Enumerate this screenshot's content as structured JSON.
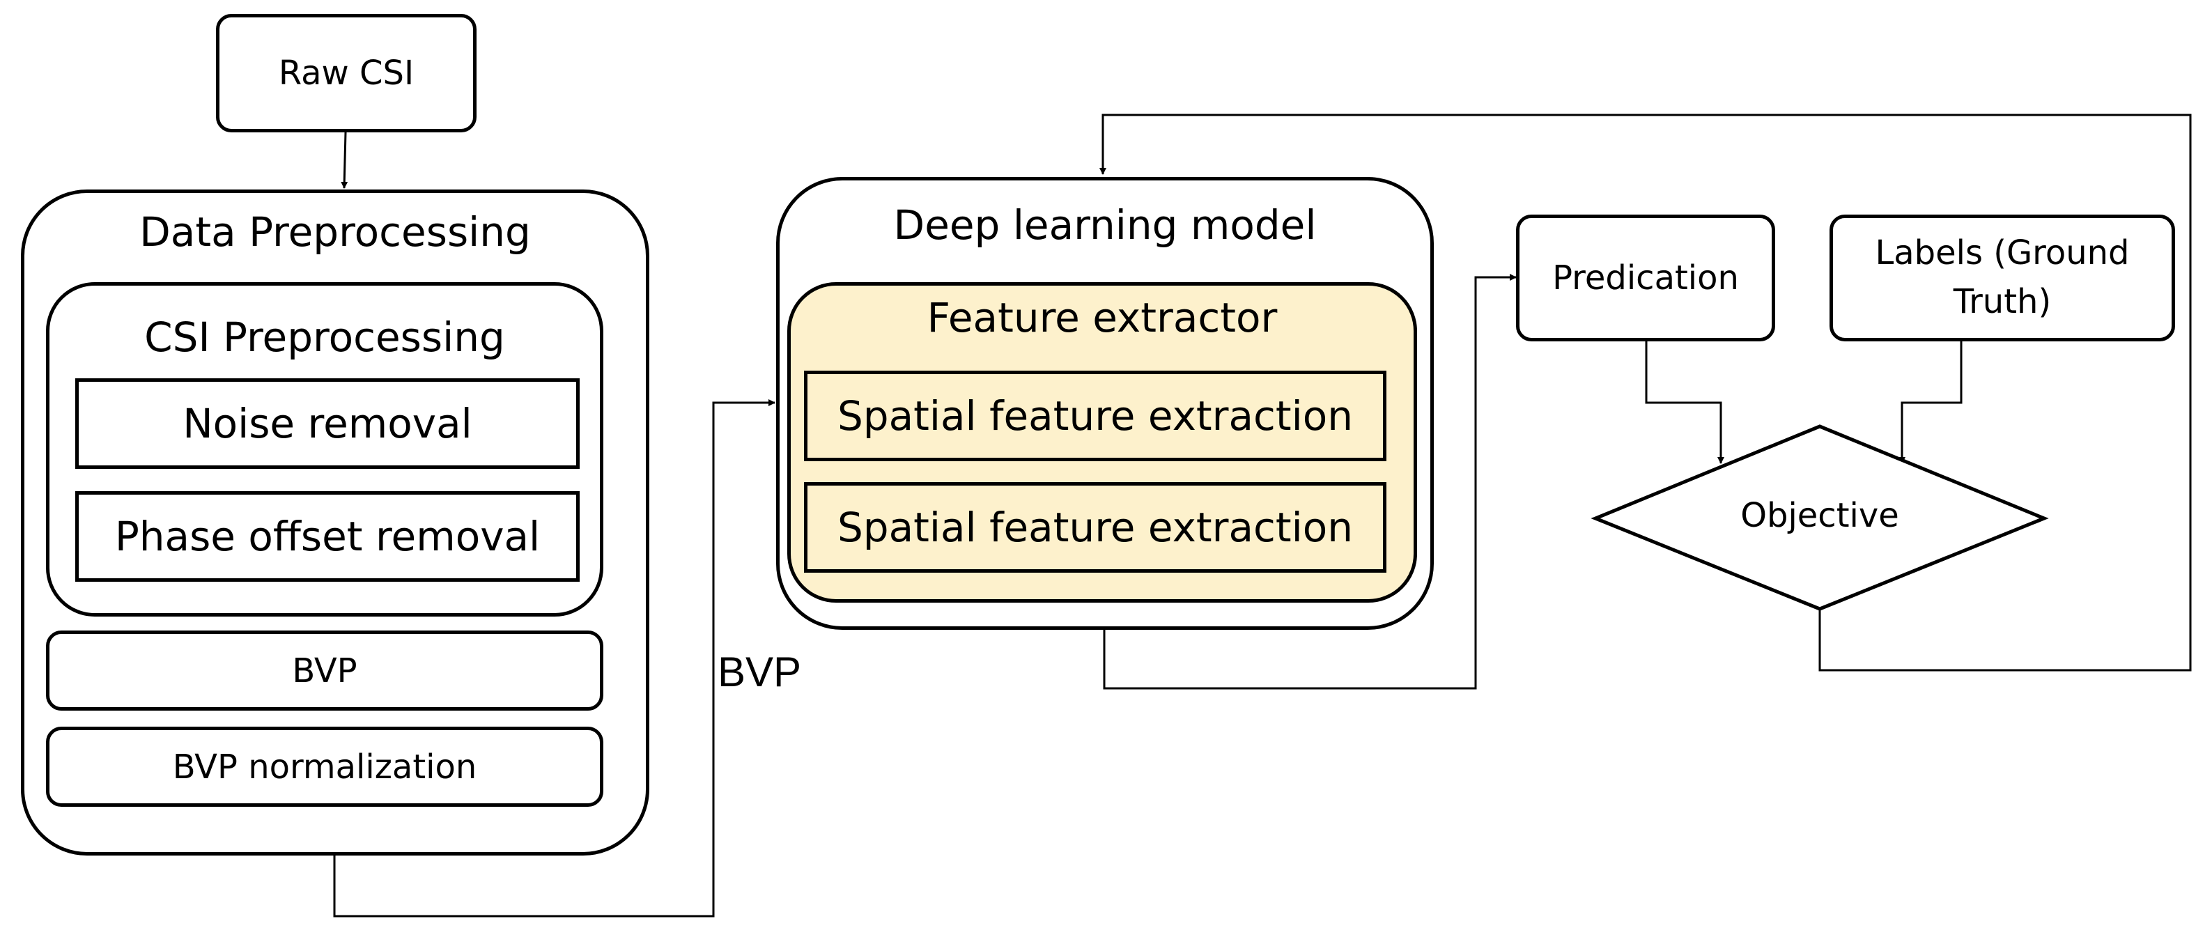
{
  "raw_csi": "Raw CSI",
  "preprocessing": {
    "title": "Data Preprocessing",
    "csi_group": {
      "title": "CSI Preprocessing",
      "steps": [
        "Noise removal",
        "Phase offset removal"
      ]
    },
    "bvp": "BVP",
    "bvp_norm": "BVP normalization"
  },
  "edge_label": "BVP",
  "model": {
    "title": "Deep learning model",
    "extractor": {
      "title": "Feature extractor",
      "blocks": [
        "Spatial feature extraction",
        "Spatial feature extraction"
      ],
      "fill": "#fdf1cc"
    }
  },
  "prediction": "Predication",
  "labels": "Labels (Ground Truth)",
  "objective": "Objective"
}
